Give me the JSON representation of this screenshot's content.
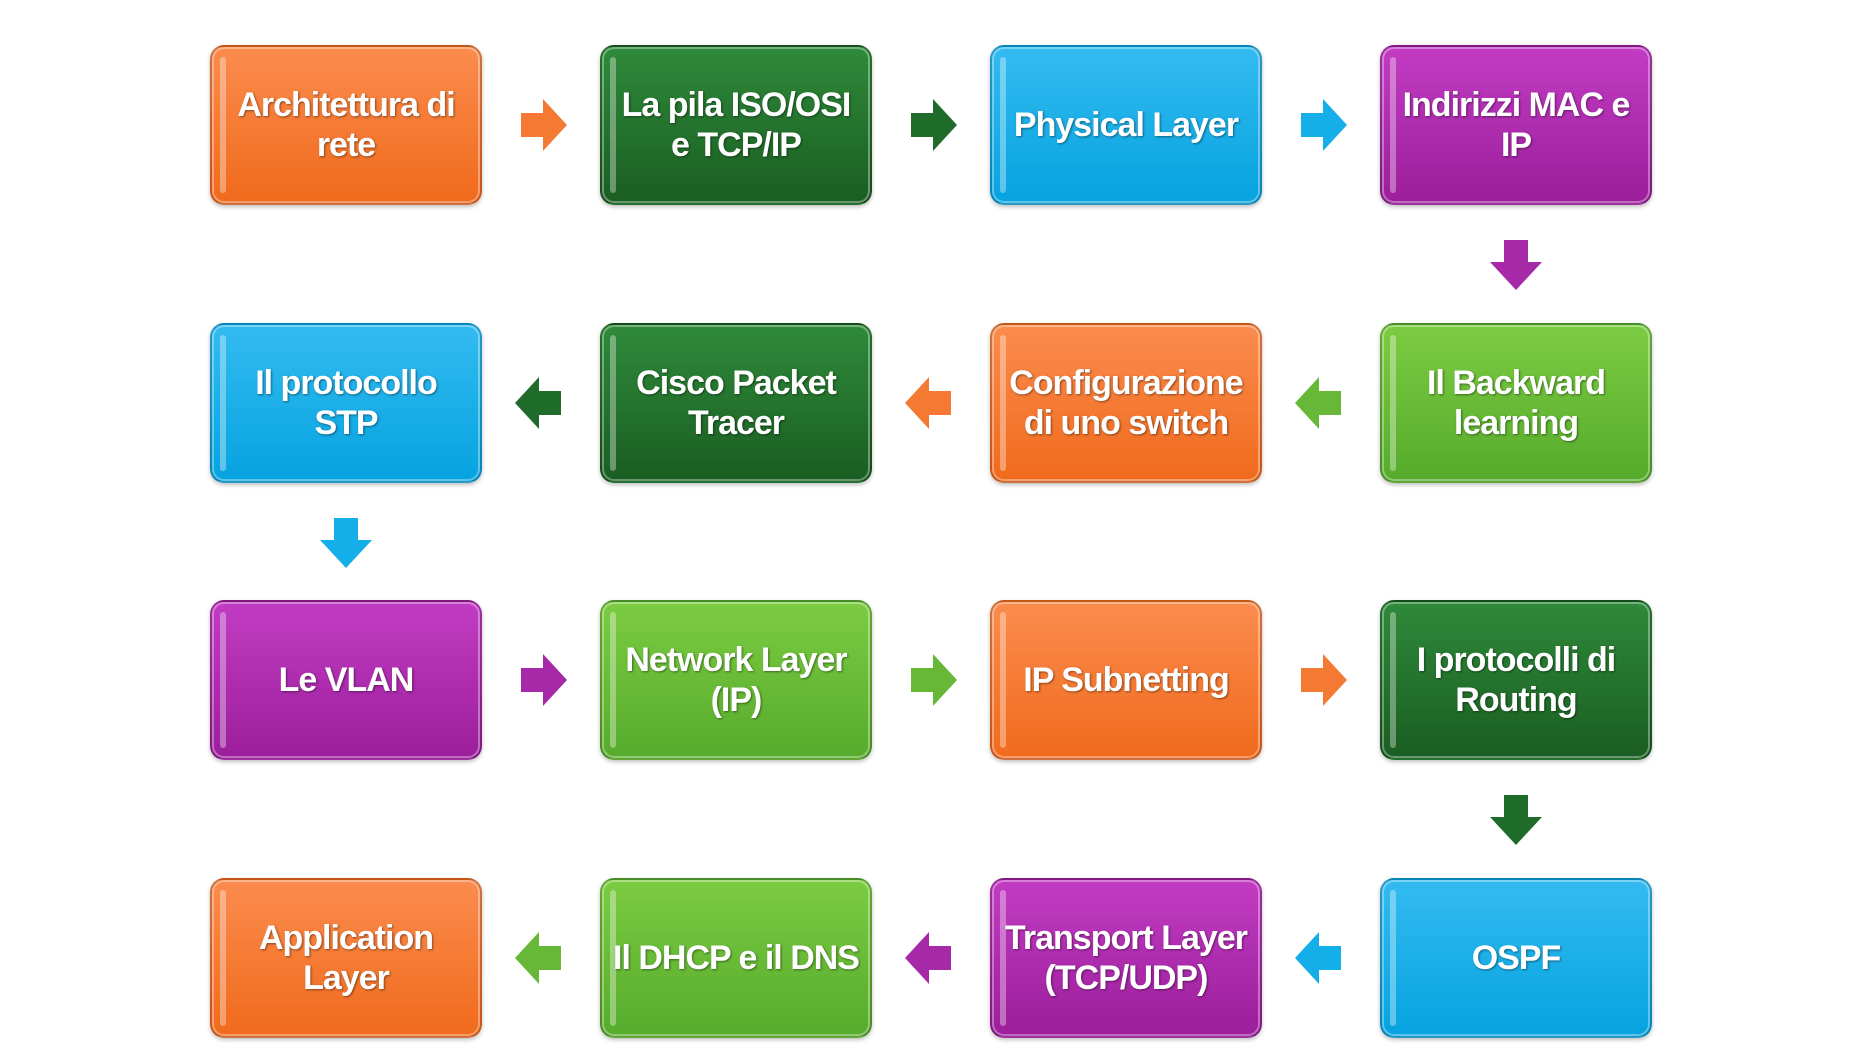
{
  "diagram": {
    "boxes": [
      {
        "label": "Architettura di rete",
        "color": "#f47a33"
      },
      {
        "label": "La pila ISO/OSI e TCP/IP",
        "color": "#1f6b2a"
      },
      {
        "label": "Physical Layer",
        "color": "#14aee8"
      },
      {
        "label": "Indirizzi MAC e IP",
        "color": "#a62aa8"
      },
      {
        "label": "Il Backward learning",
        "color": "#66b836"
      },
      {
        "label": "Configurazione di uno switch",
        "color": "#f47a33"
      },
      {
        "label": "Cisco Packet Tracer",
        "color": "#1f6b2a"
      },
      {
        "label": "Il protocollo STP",
        "color": "#14aee8"
      },
      {
        "label": "Le VLAN",
        "color": "#a62aa8"
      },
      {
        "label": "Network Layer (IP)",
        "color": "#66b836"
      },
      {
        "label": "IP Subnetting",
        "color": "#f47a33"
      },
      {
        "label": "I protocolli di Routing",
        "color": "#1f6b2a"
      },
      {
        "label": "OSPF",
        "color": "#14aee8"
      },
      {
        "label": "Transport Layer (TCP/UDP)",
        "color": "#a62aa8"
      },
      {
        "label": "Il DHCP e il DNS",
        "color": "#66b836"
      },
      {
        "label": "Application Layer",
        "color": "#f47a33"
      }
    ],
    "arrows": [
      {
        "direction": "right",
        "color": "#f47a33"
      },
      {
        "direction": "right",
        "color": "#1f6b2a"
      },
      {
        "direction": "right",
        "color": "#14aee8"
      },
      {
        "direction": "down",
        "color": "#a62aa8"
      },
      {
        "direction": "left",
        "color": "#66b836"
      },
      {
        "direction": "left",
        "color": "#f47a33"
      },
      {
        "direction": "left",
        "color": "#1f6b2a"
      },
      {
        "direction": "down",
        "color": "#14aee8"
      },
      {
        "direction": "right",
        "color": "#a62aa8"
      },
      {
        "direction": "right",
        "color": "#66b836"
      },
      {
        "direction": "right",
        "color": "#f47a33"
      },
      {
        "direction": "down",
        "color": "#1f6b2a"
      },
      {
        "direction": "left",
        "color": "#14aee8"
      },
      {
        "direction": "left",
        "color": "#a62aa8"
      },
      {
        "direction": "left",
        "color": "#66b836"
      }
    ]
  }
}
